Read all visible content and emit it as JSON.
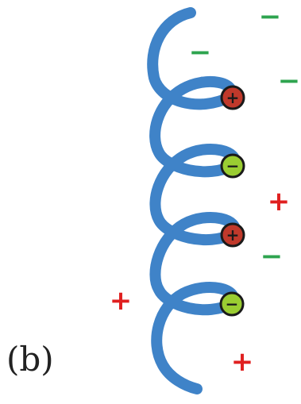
{
  "panel_label": "(b)",
  "colors": {
    "coil": "#3f83c8",
    "positive_bead": "#c0392b",
    "negative_bead": "#9acd32",
    "positive_ion": "#e02020",
    "negative_ion": "#2ea44f"
  },
  "beads": [
    {
      "charge": "positive",
      "symbol": "+"
    },
    {
      "charge": "negative",
      "symbol": "−"
    },
    {
      "charge": "positive",
      "symbol": "+"
    },
    {
      "charge": "negative",
      "symbol": "−"
    }
  ],
  "free_ions": [
    {
      "charge": "negative",
      "symbol": "−"
    },
    {
      "charge": "negative",
      "symbol": "−"
    },
    {
      "charge": "negative",
      "symbol": "−"
    },
    {
      "charge": "positive",
      "symbol": "+"
    },
    {
      "charge": "negative",
      "symbol": "−"
    },
    {
      "charge": "positive",
      "symbol": "+"
    },
    {
      "charge": "positive",
      "symbol": "+"
    }
  ]
}
